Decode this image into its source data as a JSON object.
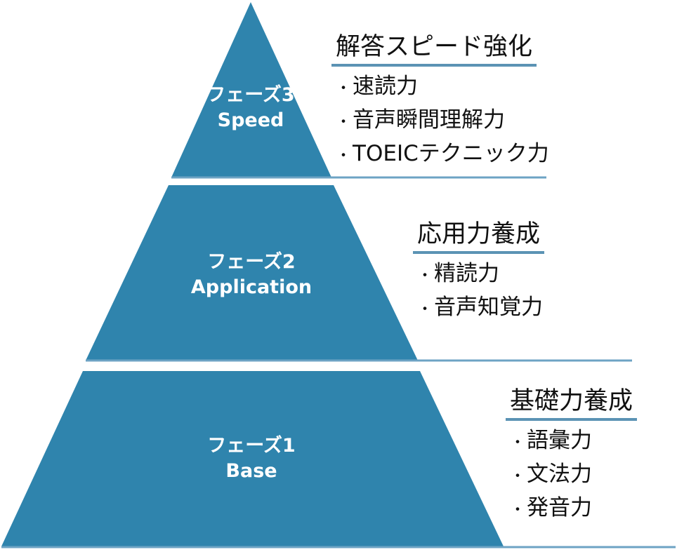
{
  "colors": {
    "tier_fill": "#2f84ad",
    "base_line": "#6da3c4",
    "title_underline": "#5b93b4",
    "text_dark": "#111111",
    "text_light": "#ffffff"
  },
  "bullet": "・",
  "tiers": [
    {
      "id": "phase3",
      "phase_label": "フェーズ3",
      "name": "Speed",
      "title": "解答スピード強化",
      "items": [
        "速読力",
        "音声瞬間理解力",
        "TOEICテクニック力"
      ]
    },
    {
      "id": "phase2",
      "phase_label": "フェーズ2",
      "name": "Application",
      "title": "応用力養成",
      "items": [
        "精読力",
        "音声知覚力"
      ]
    },
    {
      "id": "phase1",
      "phase_label": "フェーズ1",
      "name": "Base",
      "title": "基礎力養成",
      "items": [
        "語彙力",
        "文法力",
        "発音力"
      ]
    }
  ]
}
